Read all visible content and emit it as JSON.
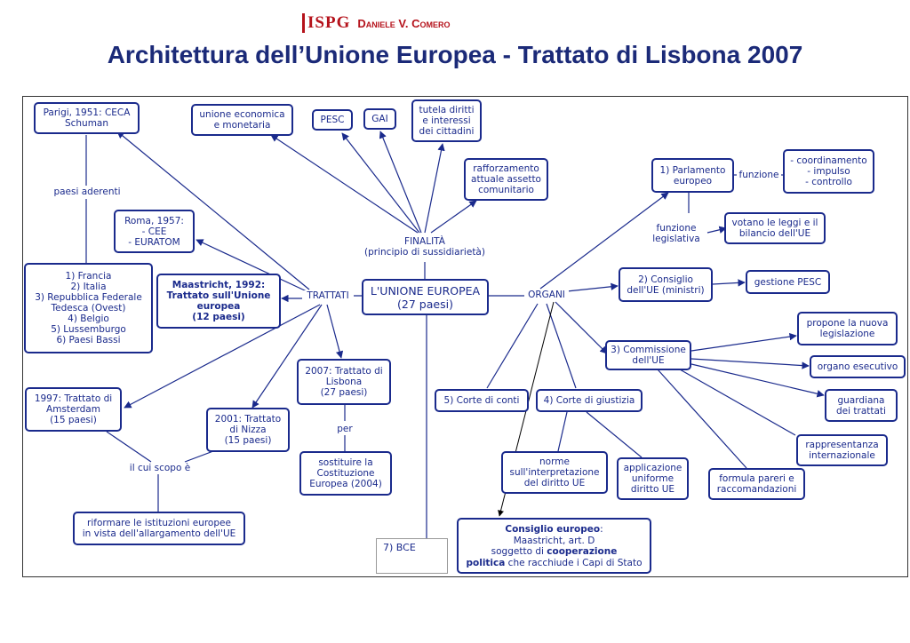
{
  "header": {
    "logo_text": "ISPG",
    "author": "Daniele V. Comero",
    "title": "Architettura dell’Unione Europea - Trattato di Lisbona 2007"
  },
  "colors": {
    "accent": "#1a2a8c",
    "brand": "#b5121b",
    "title": "#1b2a78"
  },
  "nodes": {
    "center": "L'UNIONE EUROPEA\n(27 paesi)",
    "finalita": "FINALITÀ\n(principio di sussidiarietà)",
    "trattati": "TRATTATI",
    "organi": "ORGANI",
    "unione_economica": "unione economica\ne monetaria",
    "pesc": "PESC",
    "gai": "GAI",
    "tutela": "tutela diritti\ne interessi\ndei cittadini",
    "rafforzamento": "rafforzamento\nattuale assetto\ncomunitario",
    "parigi": "Parigi, 1951: CECA\nSchuman",
    "paesi_aderenti": "paesi aderenti",
    "roma": "Roma, 1957:\n- CEE\n- EURATOM",
    "paesi_list": "1) Francia\n2) Italia\n3) Repubblica Federale\nTedesca (Ovest)\n4) Belgio\n5) Lussemburgo\n6) Paesi Bassi",
    "maastricht": "Maastricht, 1992:\nTrattato sull'Unione\neuropea\n(12 paesi)",
    "amsterdam": "1997: Trattato di\nAmsterdam\n(15 paesi)",
    "nizza": "2001: Trattato\ndi Nizza\n(15 paesi)",
    "lisbona": "2007: Trattato di\nLisbona\n(27 paesi)",
    "per": "per",
    "sostituire": "sostituire la\nCostituzione\nEuropea (2004)",
    "cui_scopo": "il cui scopo è",
    "riformare": "riformare le istituzioni europee\nin vista dell'allargamento dell'UE",
    "parlamento": "1) Parlamento\neuropeo",
    "funzione": "funzione",
    "coordinamento": "- coordinamento\n- impulso\n- controllo",
    "funzione_legislativa": "funzione\nlegislativa",
    "votano": "votano le leggi e il\nbilancio dell'UE",
    "consiglio_ue": "2) Consiglio\ndell'UE (ministri)",
    "gestione_pesc": "gestione PESC",
    "commissione": "3) Commissione\ndell'UE",
    "propone": "propone la nuova\nlegislazione",
    "organo_esecutivo": "organo esecutivo",
    "guardiana": "guardiana\ndei trattati",
    "rappresentanza": "rappresentanza\ninternazionale",
    "formula": "formula pareri e\nraccomandazioni",
    "corte_conti": "5) Corte di conti",
    "corte_giustizia": "4) Corte di giustizia",
    "norme": "norme\nsull'interpretazione\ndel diritto UE",
    "applicazione": "applicazione\nuniforme\ndiritto UE",
    "bce": "7) BCE",
    "consiglio_europeo": {
      "title": "Consiglio europeo",
      "line1": "Maastricht, art. D",
      "line2_pre": "soggetto di ",
      "line2_bold": "cooperazione",
      "line3_bold": "politica",
      "line3_post": " che racchiude i Capi di Stato"
    }
  }
}
